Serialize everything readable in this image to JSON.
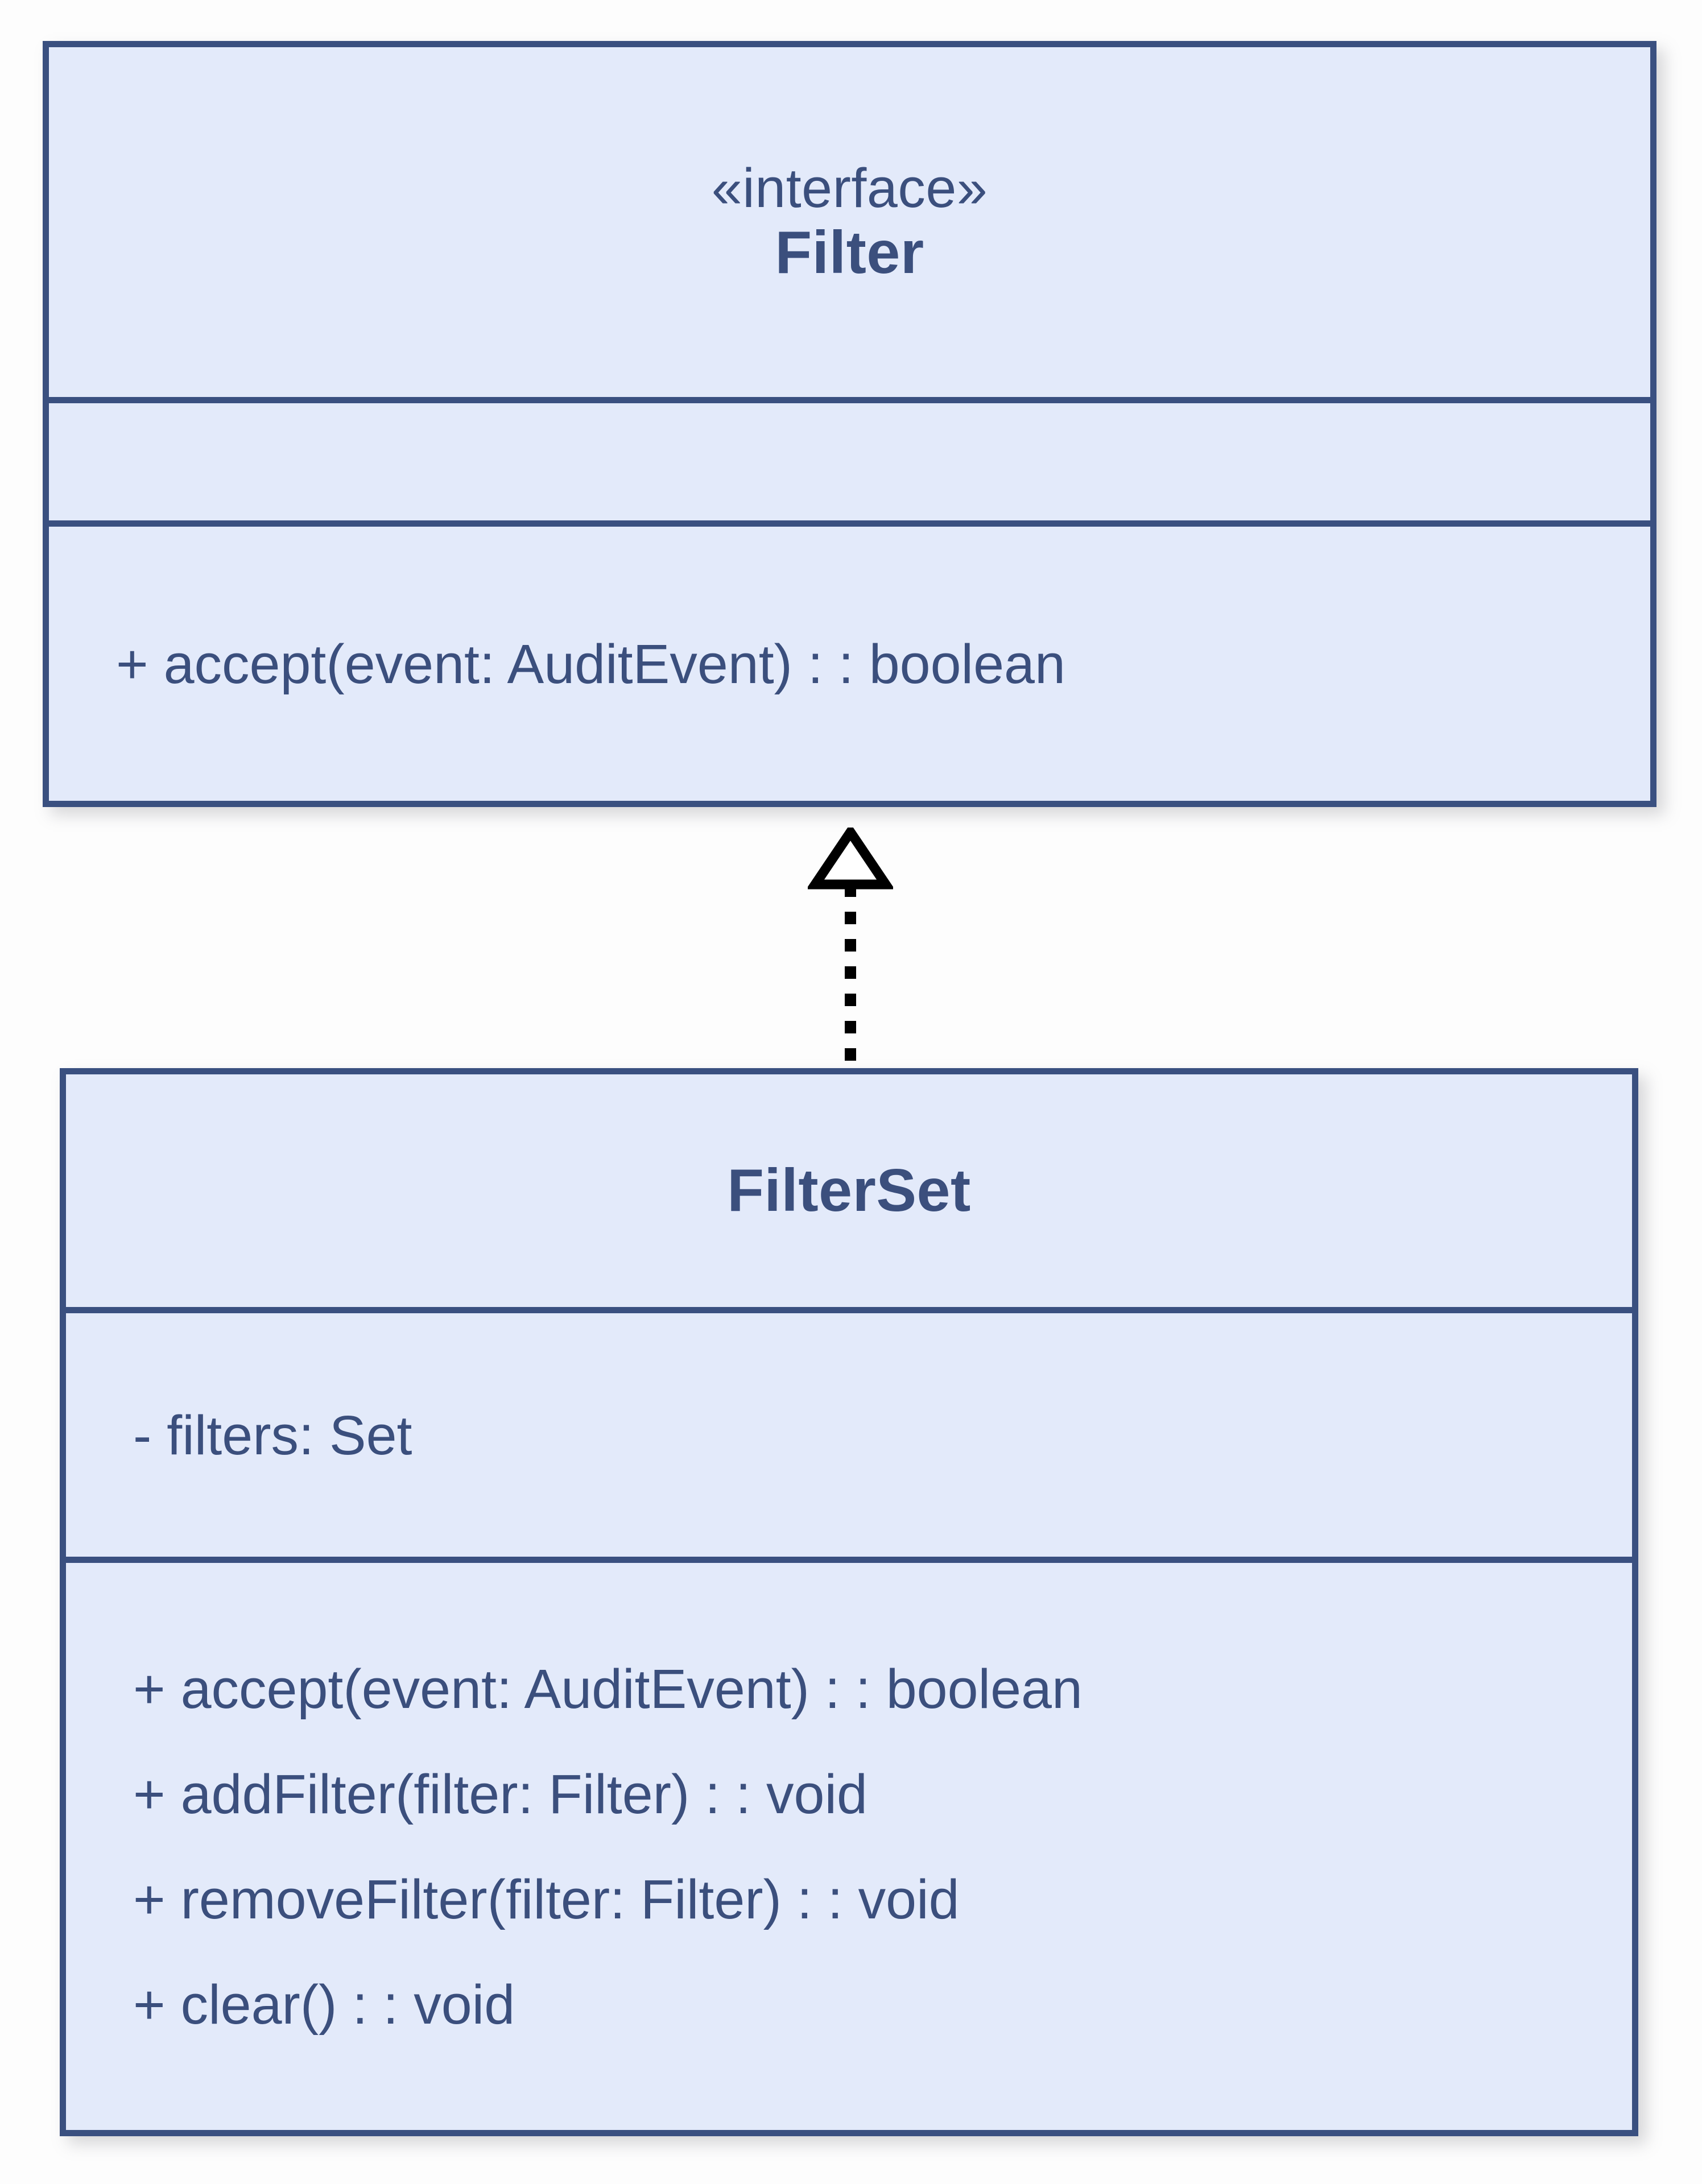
{
  "diagram": {
    "type": "uml-class-diagram",
    "background_color": "#fdfdfd",
    "class_fill_color": "#e3eafa",
    "class_border_color": "#3a5080",
    "text_color": "#3b4f7d",
    "connector_color": "#000000"
  },
  "classes": [
    {
      "id": "filter",
      "stereotype": "«interface»",
      "name": "Filter",
      "attributes": [],
      "methods": [
        "+ accept(event: AuditEvent) : : boolean"
      ]
    },
    {
      "id": "filterset",
      "stereotype": "",
      "name": "FilterSet",
      "attributes": [
        "- filters: Set"
      ],
      "methods": [
        "+ accept(event: AuditEvent) : : boolean",
        "+ addFilter(filter: Filter) : : void",
        "+ removeFilter(filter: Filter) : : void",
        "+ clear() : : void"
      ]
    }
  ],
  "relationships": [
    {
      "kind": "realization",
      "source": "FilterSet",
      "target": "Filter",
      "line_style": "dotted",
      "arrowhead": "hollow-triangle",
      "label": ""
    }
  ]
}
